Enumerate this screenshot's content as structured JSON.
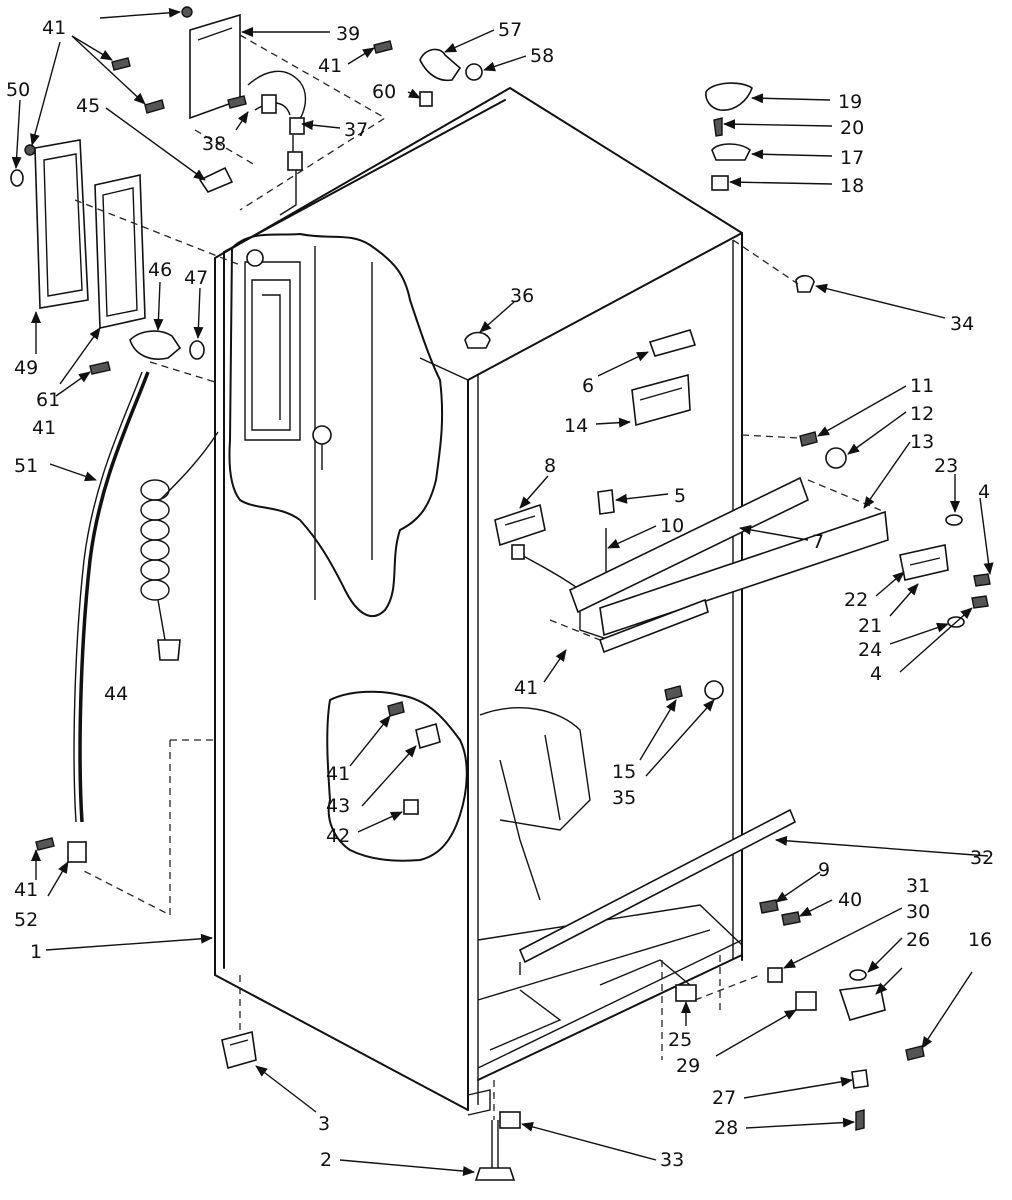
{
  "callouts": [
    {
      "id": "c41a",
      "text": "41"
    },
    {
      "id": "c39",
      "text": "39"
    },
    {
      "id": "c41b",
      "text": "41"
    },
    {
      "id": "c57",
      "text": "57"
    },
    {
      "id": "c58",
      "text": "58"
    },
    {
      "id": "c60",
      "text": "60"
    },
    {
      "id": "c50",
      "text": "50"
    },
    {
      "id": "c45",
      "text": "45"
    },
    {
      "id": "c38",
      "text": "38"
    },
    {
      "id": "c37",
      "text": "37"
    },
    {
      "id": "c19",
      "text": "19"
    },
    {
      "id": "c20",
      "text": "20"
    },
    {
      "id": "c17",
      "text": "17"
    },
    {
      "id": "c18",
      "text": "18"
    },
    {
      "id": "c34",
      "text": "34"
    },
    {
      "id": "c36",
      "text": "36"
    },
    {
      "id": "c46",
      "text": "46"
    },
    {
      "id": "c47",
      "text": "47"
    },
    {
      "id": "c49",
      "text": "49"
    },
    {
      "id": "c61",
      "text": "61"
    },
    {
      "id": "c41c",
      "text": "41"
    },
    {
      "id": "c51",
      "text": "51"
    },
    {
      "id": "c6",
      "text": "6"
    },
    {
      "id": "c14",
      "text": "14"
    },
    {
      "id": "c11",
      "text": "11"
    },
    {
      "id": "c12",
      "text": "12"
    },
    {
      "id": "c13",
      "text": "13"
    },
    {
      "id": "c23",
      "text": "23"
    },
    {
      "id": "c4a",
      "text": "4"
    },
    {
      "id": "c8",
      "text": "8"
    },
    {
      "id": "c5",
      "text": "5"
    },
    {
      "id": "c10",
      "text": "10"
    },
    {
      "id": "c7",
      "text": "7"
    },
    {
      "id": "c22",
      "text": "22"
    },
    {
      "id": "c21",
      "text": "21"
    },
    {
      "id": "c24",
      "text": "24"
    },
    {
      "id": "c4b",
      "text": "4"
    },
    {
      "id": "c44",
      "text": "44"
    },
    {
      "id": "c41d",
      "text": "41"
    },
    {
      "id": "c15",
      "text": "15"
    },
    {
      "id": "c35",
      "text": "35"
    },
    {
      "id": "c41e",
      "text": "41"
    },
    {
      "id": "c43",
      "text": "43"
    },
    {
      "id": "c42",
      "text": "42"
    },
    {
      "id": "c32",
      "text": "32"
    },
    {
      "id": "c9",
      "text": "9"
    },
    {
      "id": "c40",
      "text": "40"
    },
    {
      "id": "c31",
      "text": "31"
    },
    {
      "id": "c30",
      "text": "30"
    },
    {
      "id": "c26",
      "text": "26"
    },
    {
      "id": "c16",
      "text": "16"
    },
    {
      "id": "c41f",
      "text": "41"
    },
    {
      "id": "c52",
      "text": "52"
    },
    {
      "id": "c1",
      "text": "1"
    },
    {
      "id": "c25",
      "text": "25"
    },
    {
      "id": "c29",
      "text": "29"
    },
    {
      "id": "c27",
      "text": "27"
    },
    {
      "id": "c28",
      "text": "28"
    },
    {
      "id": "c3",
      "text": "3"
    },
    {
      "id": "c2",
      "text": "2"
    },
    {
      "id": "c33",
      "text": "33"
    }
  ]
}
